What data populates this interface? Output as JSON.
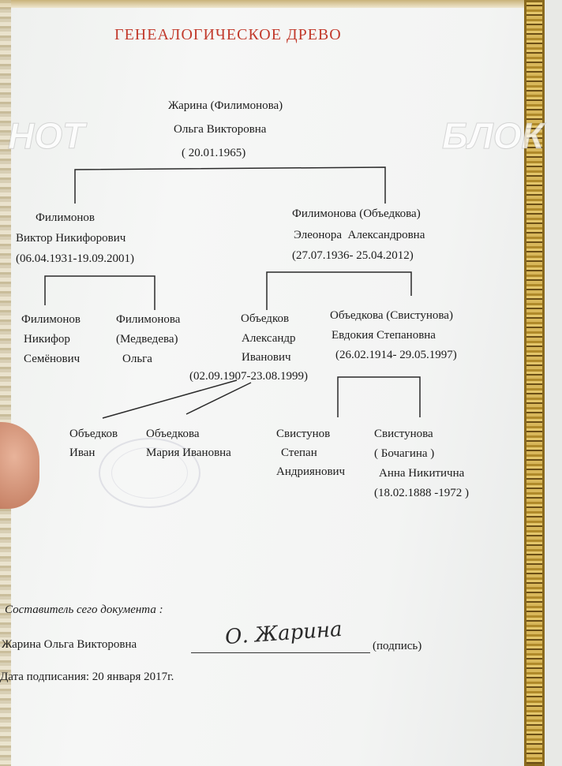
{
  "title": "ГЕНЕАЛОГИЧЕСКОЕ ДРЕВО",
  "watermark": "БЛОКНОТ",
  "root": {
    "l1": "Жарина (Филимонова)",
    "l2": "Ольга Викторовна",
    "l3": "( 20.01.1965)"
  },
  "father": {
    "l1": "Филимонов",
    "l2": "Виктор Никифорович",
    "l3": "(06.04.1931-19.09.2001)"
  },
  "mother": {
    "l1": "Филимонова (Объедкова)",
    "l2": "Элеонора  Александровна",
    "l3": "(27.07.1936- 25.04.2012)"
  },
  "pgf": {
    "l1": "Филимонов",
    "l2": "Никифор",
    "l3": "Семёнович"
  },
  "pgm": {
    "l1": "Филимонова",
    "l2": "(Медведева)",
    "l3": "Ольга"
  },
  "mgf": {
    "l1": "Объедков",
    "l2": "Александр",
    "l3": "Иванович",
    "l4": "(02.09.1907-23.08.1999)"
  },
  "mgm": {
    "l1": "Объедкова (Свистунова)",
    "l2": "Евдокия Степановна",
    "l3": "(26.02.1914- 29.05.1997)"
  },
  "ggf1": {
    "l1": "Объедков",
    "l2": "Иван"
  },
  "ggm1": {
    "l1": "Объедкова",
    "l2": "Мария Ивановна"
  },
  "ggf2": {
    "l1": "Свистунов",
    "l2": "Степан",
    "l3": "Андриянович"
  },
  "ggm2": {
    "l1": "Свистунова",
    "l2": "( Бочагина )",
    "l3": "Анна Никитична",
    "l4": "(18.02.1888 -1972 )"
  },
  "footer": {
    "compiler_label": "Составитель сего документа :",
    "compiler_name": "Жарина Ольга Викторовна",
    "signature": "О. Жарина",
    "signature_note": "(подпись)",
    "date_line": "Дата подписания: 20 января 2017г."
  },
  "colors": {
    "title": "#c23a2c",
    "text": "#1c1c1c"
  }
}
